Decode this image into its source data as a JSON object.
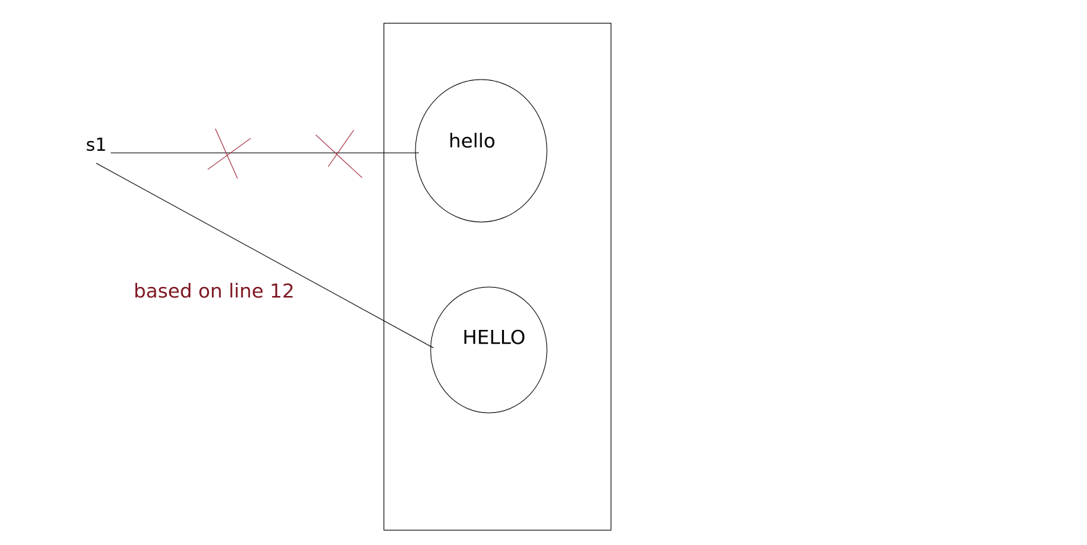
{
  "variable": {
    "name": "s1"
  },
  "objects": [
    {
      "value": "hello",
      "status": "dereferenced"
    },
    {
      "value": "HELLO",
      "status": "referenced"
    }
  ],
  "annotation": {
    "text": "based on line 12"
  },
  "colors": {
    "ink": "#000000",
    "strike": "#a02435",
    "note": "#7d1722"
  }
}
